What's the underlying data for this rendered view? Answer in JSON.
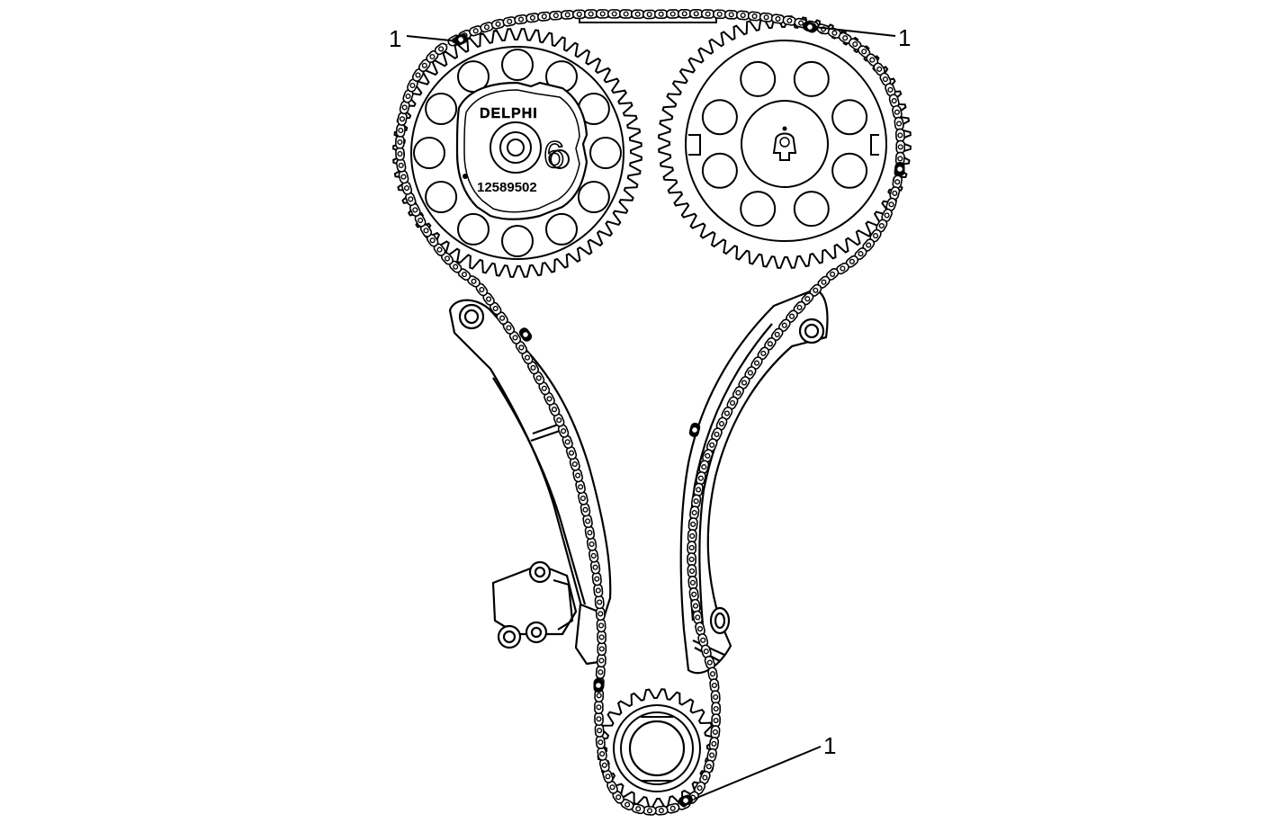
{
  "diagram": {
    "callouts": [
      {
        "id": "left-cam-mark",
        "label": "1"
      },
      {
        "id": "right-cam-mark",
        "label": "1"
      },
      {
        "id": "crank-mark",
        "label": "1"
      }
    ],
    "cam_phaser_stamp": {
      "brand": "DELPHI",
      "part_number": "12589502",
      "digit": "6"
    },
    "colors": {
      "line": "#000000",
      "background": "#ffffff"
    }
  }
}
